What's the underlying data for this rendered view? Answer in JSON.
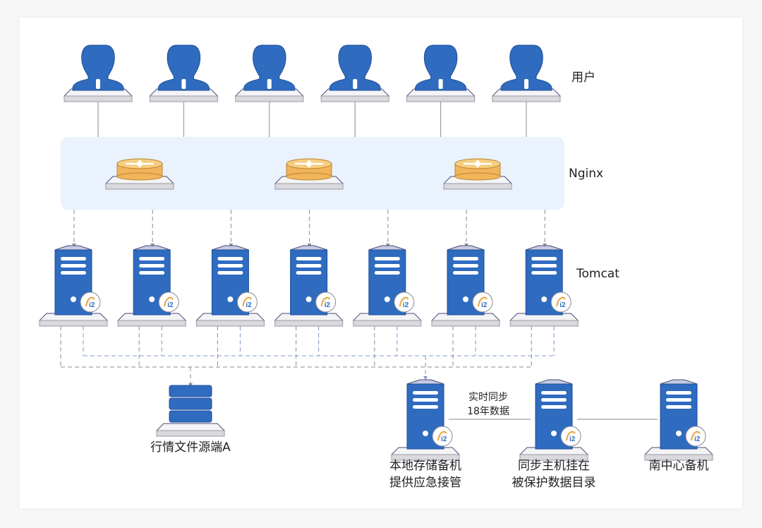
{
  "tiers": {
    "users": "用户",
    "nginx": "Nginx",
    "tomcat": "Tomcat"
  },
  "counts": {
    "users": 6,
    "nginx": 3,
    "tomcat": 7
  },
  "nodes": {
    "source": "行情文件源端A",
    "local_backup": [
      "本地存储备机",
      "提供应急接管"
    ],
    "sync_host": [
      "同步主机挂在",
      "被保护数据目录"
    ],
    "south_backup": "南中心备机"
  },
  "sync_link": [
    "实时同步",
    "18年数据"
  ],
  "colors": {
    "server_blue": "#2f6bbf",
    "router_orange": "#f2b55a",
    "band_bg": "#eaf2fd",
    "line_gray": "#8a8a96",
    "dash_blue": "#7f97c9"
  }
}
